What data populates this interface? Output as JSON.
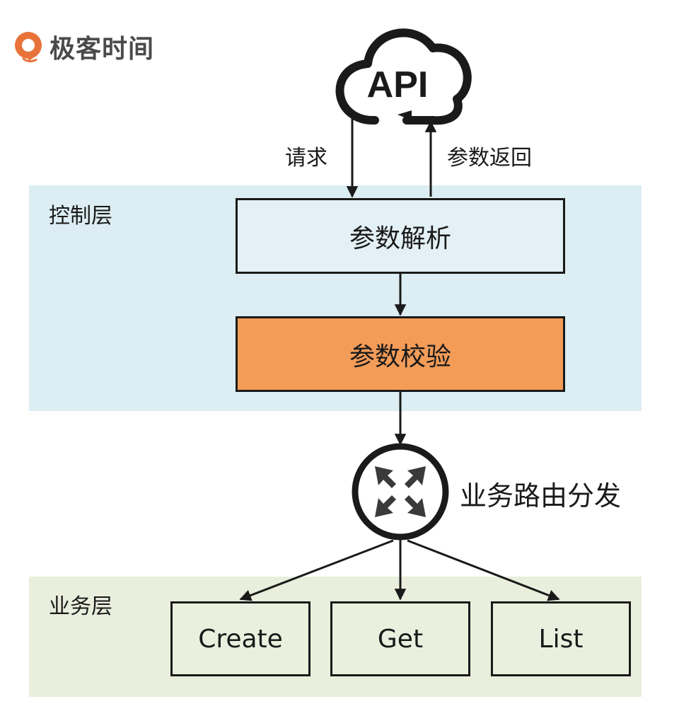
{
  "brand": {
    "name": "极客时间",
    "logo_icon": "geektime-logo-icon"
  },
  "colors": {
    "control_layer_bg": "#dcedf3",
    "business_layer_bg": "#e9efdc",
    "parse_box_bg": "#e3f0f5",
    "validate_box_bg": "#f39c58",
    "service_box_bg": "#eaf0de",
    "line": "#1a1a1a"
  },
  "cloud": {
    "label": "API",
    "icon": "cloud-icon"
  },
  "edges": {
    "request_label": "请求",
    "return_label": "参数返回"
  },
  "control_layer": {
    "label": "控制层",
    "parse_step": "参数解析",
    "validate_step": "参数校验"
  },
  "router": {
    "label": "业务路由分发",
    "icon": "router-arrows-icon"
  },
  "business_layer": {
    "label": "业务层",
    "services": [
      "Create",
      "Get",
      "List"
    ]
  }
}
